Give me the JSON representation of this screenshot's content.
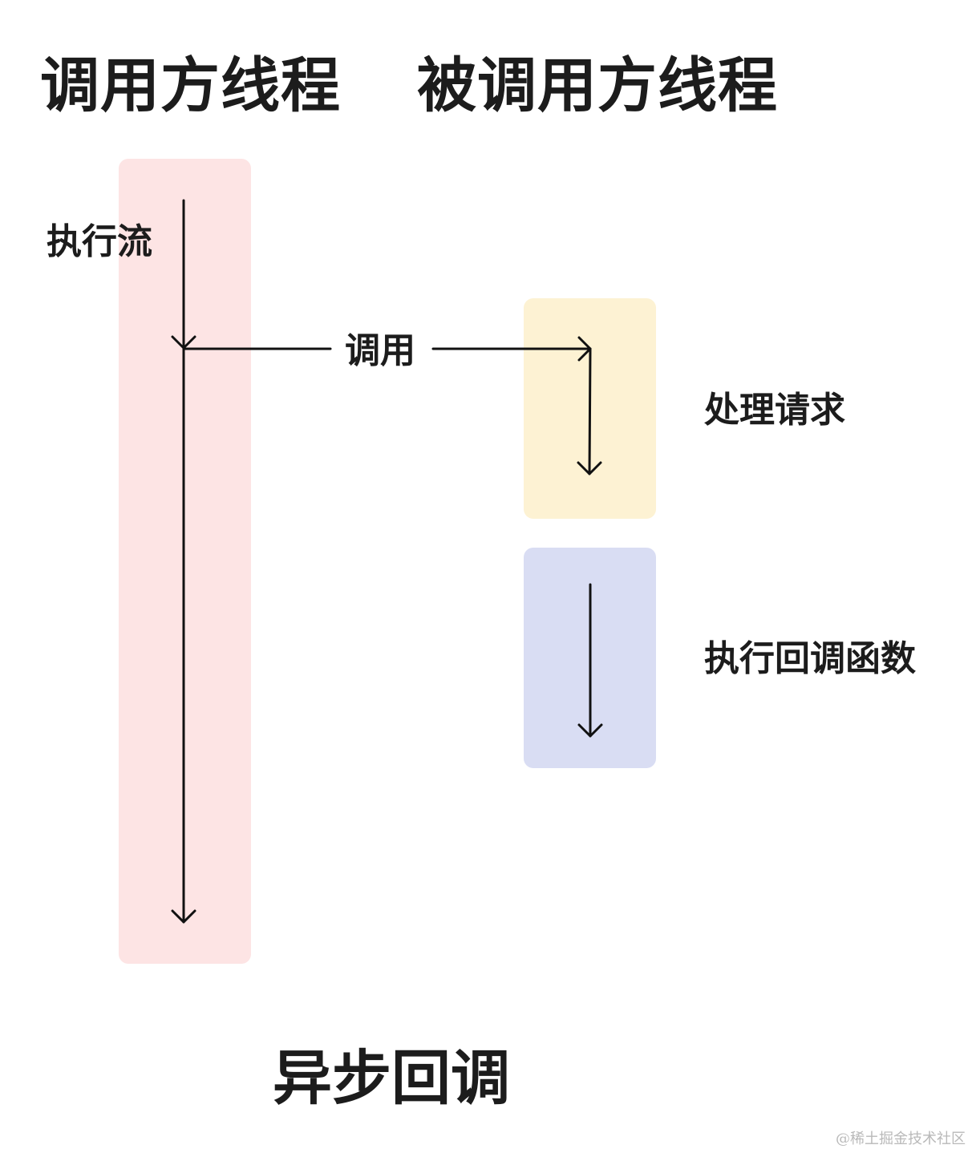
{
  "titles": {
    "caller_thread": "调用方线程",
    "callee_thread": "被调用方线程",
    "footer": "异步回调"
  },
  "labels": {
    "execution_flow": "执行流",
    "call": "调用",
    "process_request": "处理请求",
    "execute_callback": "执行回调函数"
  },
  "watermark": "@稀土掘金技术社区",
  "colors": {
    "caller_lane": "#fde4e4",
    "process_box": "#fdf2d3",
    "callback_box": "#d9ddf3",
    "arrow": "#111111",
    "text": "#1c1c1c"
  }
}
